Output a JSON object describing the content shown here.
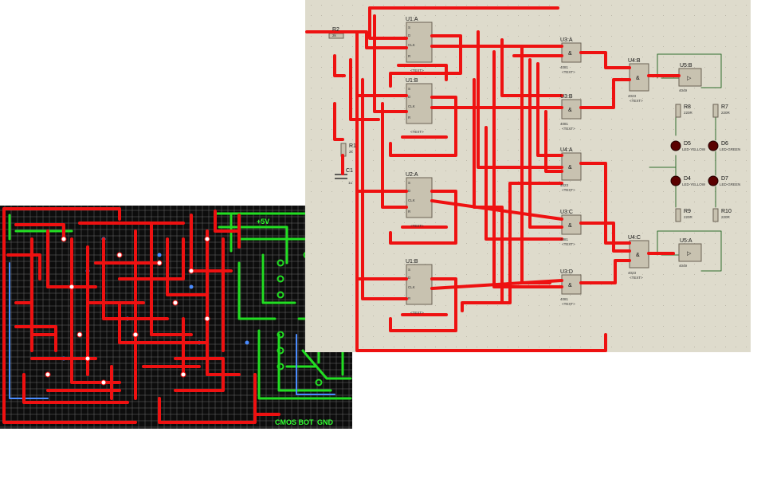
{
  "schematic": {
    "flipflops": [
      {
        "ref": "U1:A",
        "pins": [
          "D",
          "CLK",
          "S",
          "R"
        ]
      },
      {
        "ref": "U1:B",
        "pins": [
          "D",
          "CLK",
          "S",
          "R"
        ]
      },
      {
        "ref": "U2:A",
        "pins": [
          "D",
          "CLK",
          "S",
          "R"
        ]
      },
      {
        "ref": "U1:B",
        "pins": [
          "D",
          "CLK",
          "S",
          "R"
        ]
      }
    ],
    "gates": [
      {
        "ref": "U3:A",
        "sym": "&",
        "part": "4081"
      },
      {
        "ref": "U3:B",
        "sym": "&",
        "part": "4081"
      },
      {
        "ref": "U4:A",
        "sym": "&",
        "part": "4023"
      },
      {
        "ref": "U3:C",
        "sym": "&",
        "part": "4081"
      },
      {
        "ref": "U3:D",
        "sym": "&",
        "part": "4081"
      },
      {
        "ref": "U4:B",
        "sym": "&",
        "part": "4023"
      },
      {
        "ref": "U4:C",
        "sym": "&",
        "part": "4023"
      }
    ],
    "buffers": [
      {
        "ref": "U5:B",
        "sym": "▷",
        "part": "4049"
      },
      {
        "ref": "U5:A",
        "sym": "▷",
        "part": "4049"
      }
    ],
    "resistors": [
      {
        "ref": "R2",
        "value": "2k"
      },
      {
        "ref": "R1",
        "value": "2k"
      },
      {
        "ref": "R8",
        "value": "220R"
      },
      {
        "ref": "R7",
        "value": "220R"
      },
      {
        "ref": "R9",
        "value": "220R"
      },
      {
        "ref": "R10",
        "value": "220R"
      }
    ],
    "leds": [
      {
        "ref": "D5",
        "value": "LED-YELLOW"
      },
      {
        "ref": "D6",
        "value": "LED-GREEN"
      },
      {
        "ref": "D4",
        "value": "LED-YELLOW"
      },
      {
        "ref": "D7",
        "value": "LED-GREEN"
      }
    ],
    "capacitor": {
      "ref": "C1",
      "value": "1u"
    },
    "text_placeholder": "<TEXT>",
    "colors": {
      "background": "#dedbcc",
      "wire": "#ee1111",
      "part_fill": "#c8c2b0",
      "part_stroke": "#6b6255",
      "ground_wire": "#2d6e2d",
      "led": "#5a0000"
    }
  },
  "pcb": {
    "silkscreen": [
      "+5V",
      "CMOS BOT",
      "GND"
    ],
    "colors": {
      "background": "#0d0d0d",
      "grid": "#6a6a6a",
      "top_copper": "#ee1111",
      "bottom_copper": "#22dd22",
      "via": "#4a8cff",
      "silk": "#30ff30"
    }
  }
}
